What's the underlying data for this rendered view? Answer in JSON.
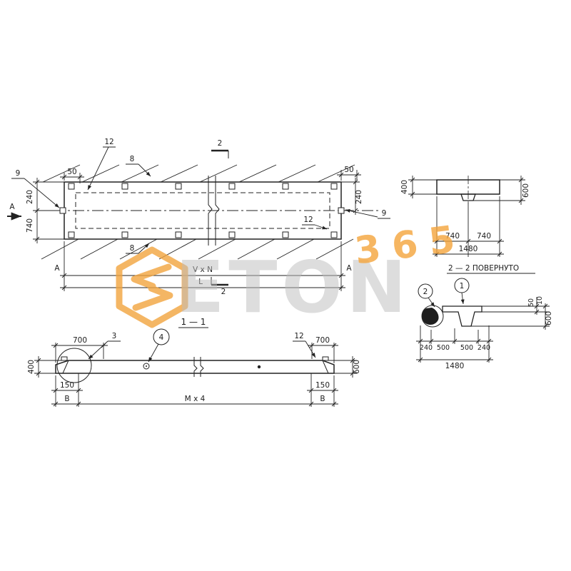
{
  "watermark": {
    "brand": "ETON",
    "number": "365"
  },
  "plan": {
    "callout_12_top": "12",
    "dim_8_top": "8",
    "section_mark_top": "2",
    "dim_50_left": "50",
    "callout_9_left": "9",
    "dim_240_left": "240",
    "view_arrow_left": "A",
    "dim_740_left": "740",
    "dim_8_bottom": "8",
    "dim_50_right": "50",
    "dim_240_right": "240",
    "callout_9_right": "9",
    "callout_12_right": "12",
    "marker_a_bottom_left": "A",
    "marker_a_bottom_right": "A",
    "dim_width": "V x N",
    "dim_length": "L",
    "section_mark_bottom": "2"
  },
  "end_view": {
    "dim_400": "400",
    "dim_600": "600",
    "dim_740_a": "740",
    "dim_740_b": "740",
    "dim_1480": "1480"
  },
  "section22": {
    "title": "2 — 2  ПОВЕРНУТО",
    "callout_2": "2",
    "callout_1": "1",
    "dim_50": "50",
    "dim_10": "10",
    "dim_600": "600",
    "dim_240_l": "240",
    "dim_500_l": "500",
    "dim_500_r": "500",
    "dim_240_r": "240",
    "dim_1480": "1480"
  },
  "section11": {
    "title": "1 — 1",
    "dim_700_left": "700",
    "callout_3": "3",
    "callout_4": "4",
    "callout_12": "12",
    "dim_700_right": "700",
    "dim_400": "400",
    "dim_600": "600",
    "dim_150_left": "150",
    "dim_150_right": "150",
    "marker_b_left": "B",
    "dim_module": "M x 4",
    "marker_b_right": "B"
  }
}
